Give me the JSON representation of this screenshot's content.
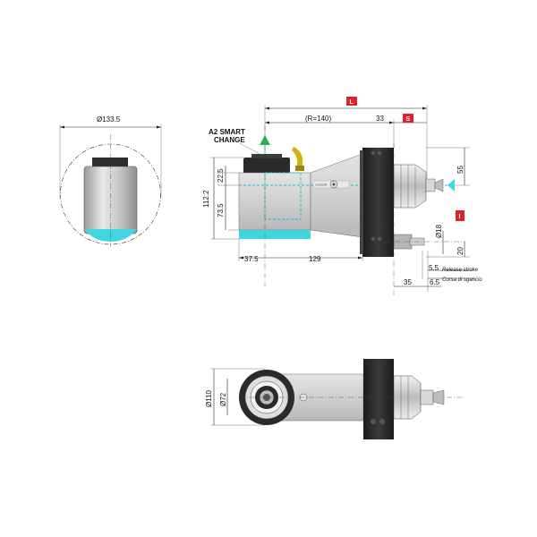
{
  "colors": {
    "accent_cyan": "#3fd6e0",
    "marker_red": "#d9232d",
    "marker_green": "#2bb24c",
    "coolant_yellow": "#d4b017",
    "body_grey": "#c9c9c9",
    "dark_steel": "#2a2a2a"
  },
  "side_view": {
    "diameter_label": "Ø133.5"
  },
  "front_view": {
    "a2_label_line1": "A2 SMART",
    "a2_label_line2": "CHANGE",
    "radius_label": "(R=140)",
    "dim_33": "33",
    "dim_55": "55",
    "dim_22_5": "22.5",
    "dim_112_2": "112.2",
    "dim_73_5": "73.5",
    "dim_d18": "Ø18",
    "dim_20": "20",
    "dim_37_5": "37.5",
    "dim_129": "129",
    "dim_5_5": "5.5",
    "release_stroke_en": "Release stroke",
    "release_stroke_it": "Corsa di sgancio",
    "dim_35": "35",
    "dim_6_5": "6.5",
    "brand_mark": "CONDOR"
  },
  "badges": {
    "L": "L",
    "S": "S",
    "I": "I"
  },
  "top_view": {
    "dim_d110": "Ø110",
    "dim_d72": "Ø72"
  }
}
